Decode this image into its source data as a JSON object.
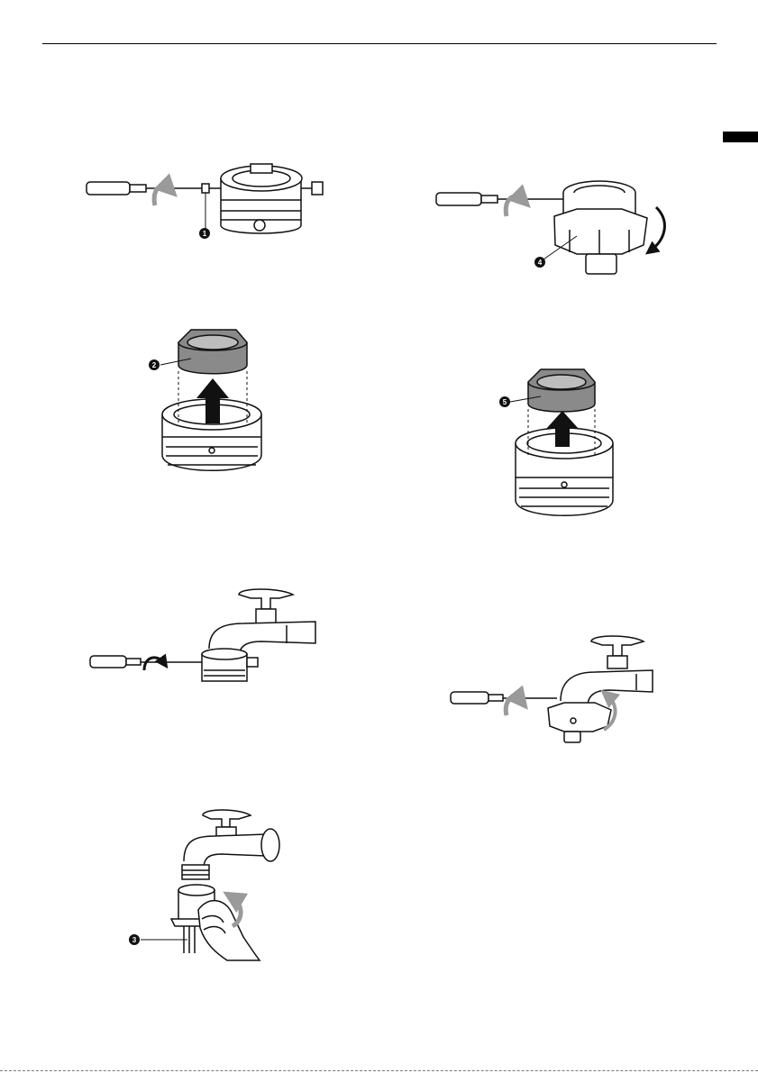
{
  "callouts": [
    "1",
    "2",
    "3",
    "4",
    "5"
  ],
  "colors": {
    "line": "#111111",
    "part_gray": "#8a8a8a",
    "arrow_gray": "#9a9a9a",
    "tab": "#000000"
  }
}
